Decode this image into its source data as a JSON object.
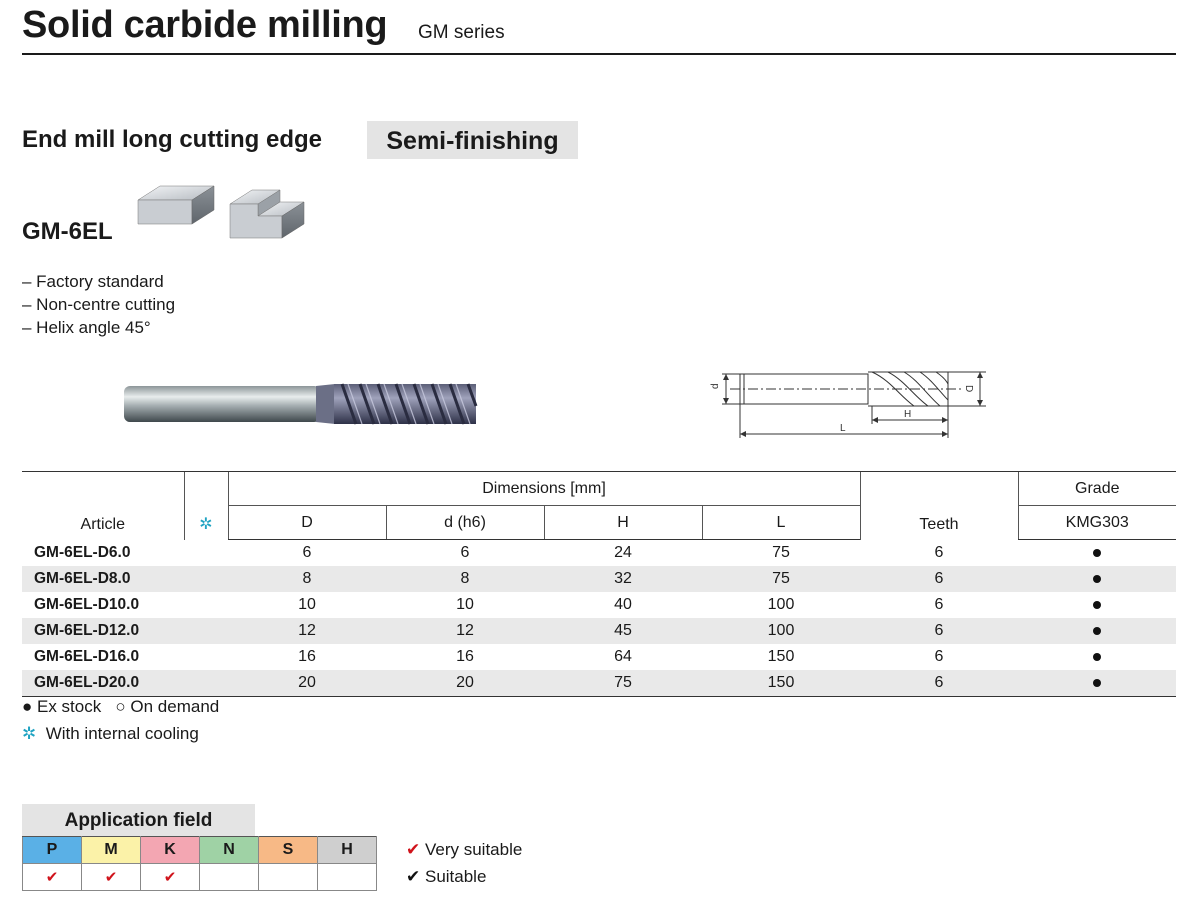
{
  "header": {
    "title": "Solid carbide milling",
    "series": "GM series"
  },
  "product": {
    "subtitle": "End mill long cutting edge",
    "badge": "Semi-finishing",
    "model": "GM-6EL",
    "features": [
      "– Factory standard",
      "– Non-centre cutting",
      "– Helix angle 45°"
    ]
  },
  "drawing": {
    "label_d": "d",
    "label_D": "D",
    "label_H": "H",
    "label_L": "L"
  },
  "table": {
    "col_article": "Article",
    "col_cooling_icon": "✲",
    "col_dimensions": "Dimensions [mm]",
    "col_D": "D",
    "col_d": "d (h6)",
    "col_H": "H",
    "col_L": "L",
    "col_teeth": "Teeth",
    "col_grade": "Grade",
    "col_grade_name": "KMG303",
    "rows": [
      {
        "article": "GM-6EL-D6.0",
        "D": "6",
        "d": "6",
        "H": "24",
        "L": "75",
        "teeth": "6"
      },
      {
        "article": "GM-6EL-D8.0",
        "D": "8",
        "d": "8",
        "H": "32",
        "L": "75",
        "teeth": "6"
      },
      {
        "article": "GM-6EL-D10.0",
        "D": "10",
        "d": "10",
        "H": "40",
        "L": "100",
        "teeth": "6"
      },
      {
        "article": "GM-6EL-D12.0",
        "D": "12",
        "d": "12",
        "H": "45",
        "L": "100",
        "teeth": "6"
      },
      {
        "article": "GM-6EL-D16.0",
        "D": "16",
        "d": "16",
        "H": "64",
        "L": "150",
        "teeth": "6"
      },
      {
        "article": "GM-6EL-D20.0",
        "D": "20",
        "d": "20",
        "H": "75",
        "L": "150",
        "teeth": "6"
      }
    ]
  },
  "legend": {
    "ex_stock": "● Ex stock",
    "on_demand": "○ On demand",
    "cooling_icon": "✲",
    "cooling": "With internal cooling"
  },
  "application": {
    "title": "Application field",
    "materials": [
      {
        "label": "P",
        "color": "#5ab0e6",
        "check": "✔"
      },
      {
        "label": "M",
        "color": "#fbf2a8",
        "check": "✔"
      },
      {
        "label": "K",
        "color": "#f3a6b2",
        "check": "✔"
      },
      {
        "label": "N",
        "color": "#9fd2a5",
        "check": ""
      },
      {
        "label": "S",
        "color": "#f7b986",
        "check": ""
      },
      {
        "label": "H",
        "color": "#cfcfcf",
        "check": ""
      }
    ],
    "very_suitable": "Very suitable",
    "suitable": "Suitable",
    "check_mark": "✔"
  }
}
